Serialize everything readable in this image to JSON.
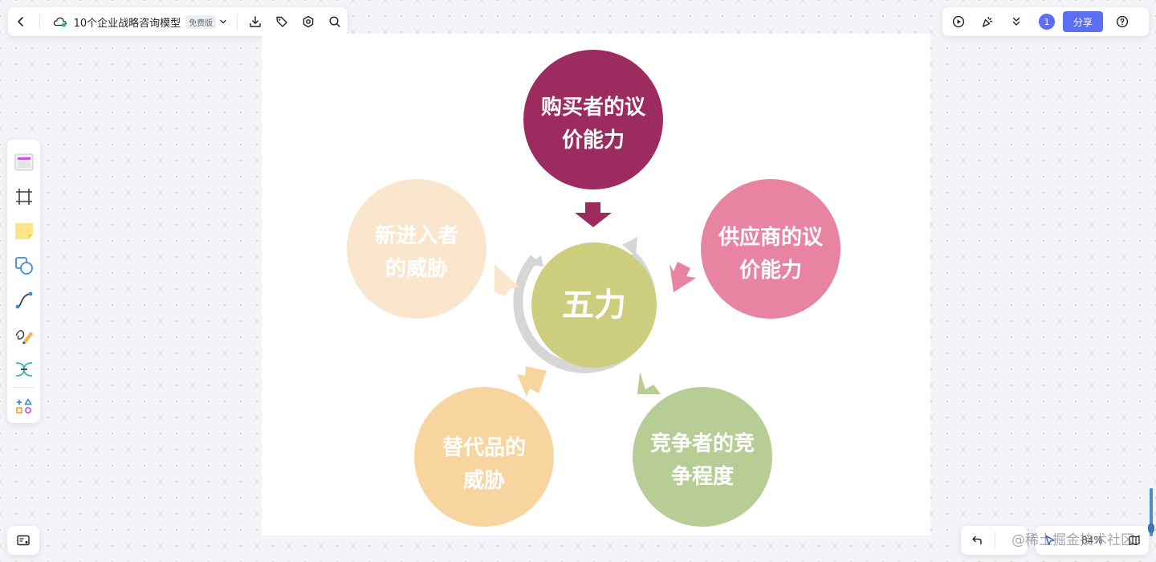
{
  "toolbar_left": {
    "back_label": "back",
    "doc_title": "10个企业战略咨询模型",
    "plan_badge": "免费版"
  },
  "toolbar_right": {
    "user_count": "1",
    "share_label": "分享"
  },
  "diagram": {
    "center": "五力",
    "forces": [
      {
        "label": "购买者的议\n价能力",
        "color": "#9c2b60"
      },
      {
        "label": "供应商的议\n价能力",
        "color": "#e883a2"
      },
      {
        "label": "竞争者的竞\n争程度",
        "color": "#b8cd95"
      },
      {
        "label": "替代品的\n威胁",
        "color": "#f8d49e"
      },
      {
        "label": "新进入者\n的威胁",
        "color": "#f9e6cd"
      }
    ],
    "center_color": "#cdcd7e",
    "ring_color": "#d6d6d6"
  },
  "zoom": {
    "level": "84%"
  },
  "watermark": "@稀土掘金技术社区"
}
